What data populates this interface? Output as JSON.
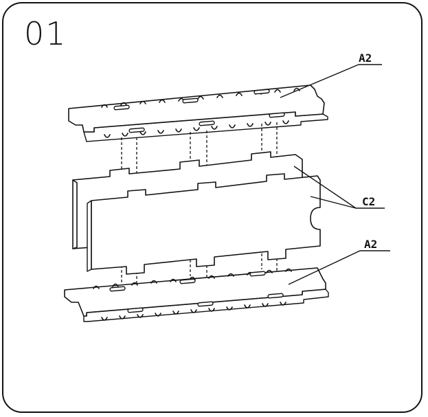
{
  "step": {
    "number": "01"
  },
  "labels": {
    "top_panel": "A2",
    "center_boards": "C2",
    "bottom_panel": "A2"
  },
  "style": {
    "line_color": "#111111",
    "paper_color": "#ffffff"
  }
}
